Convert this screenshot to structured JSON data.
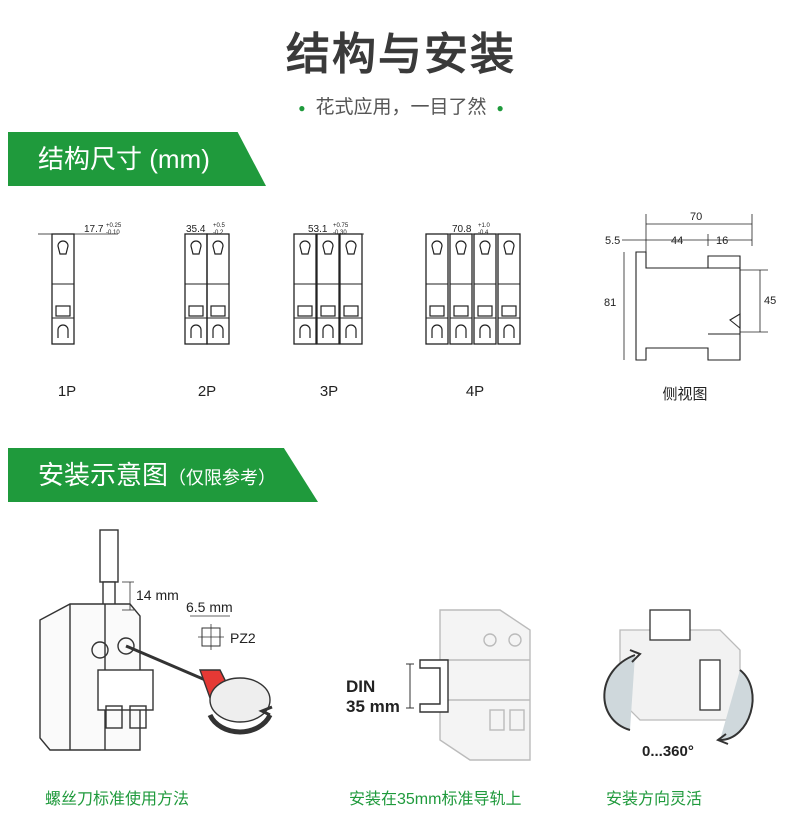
{
  "page": {
    "title": "结构与安装",
    "subtitle": "花式应用，一目了然"
  },
  "sections": {
    "dimensions": {
      "heading": "结构尺寸 (mm)",
      "poles": [
        {
          "label": "1P",
          "width": "17.7",
          "tol_plus": "+0.25",
          "tol_minus": "-0.10"
        },
        {
          "label": "2P",
          "width": "35.4",
          "tol_plus": "+0.5",
          "tol_minus": "-0.2"
        },
        {
          "label": "3P",
          "width": "53.1",
          "tol_plus": "+0.75",
          "tol_minus": "-0.30"
        },
        {
          "label": "4P",
          "width": "70.8",
          "tol_plus": "+1.0",
          "tol_minus": "-0.4"
        }
      ],
      "side_view": {
        "label": "侧视图",
        "dims": {
          "total": "70",
          "left": "5.5",
          "mid": "44",
          "right": "16",
          "height": "81",
          "rail": "45"
        }
      }
    },
    "installation": {
      "heading": "安装示意图",
      "heading_note": "（仅限参考）",
      "screwdriver": {
        "strip_length": "14 mm",
        "bit_size": "6.5 mm",
        "bit_type": "PZ2",
        "caption": "螺丝刀标准使用方法"
      },
      "din_rail": {
        "line1": "DIN",
        "line2": "35 mm",
        "caption": "安装在35mm标准导轨上"
      },
      "rotation": {
        "range": "0...360°",
        "caption": "安装方向灵活"
      }
    }
  }
}
